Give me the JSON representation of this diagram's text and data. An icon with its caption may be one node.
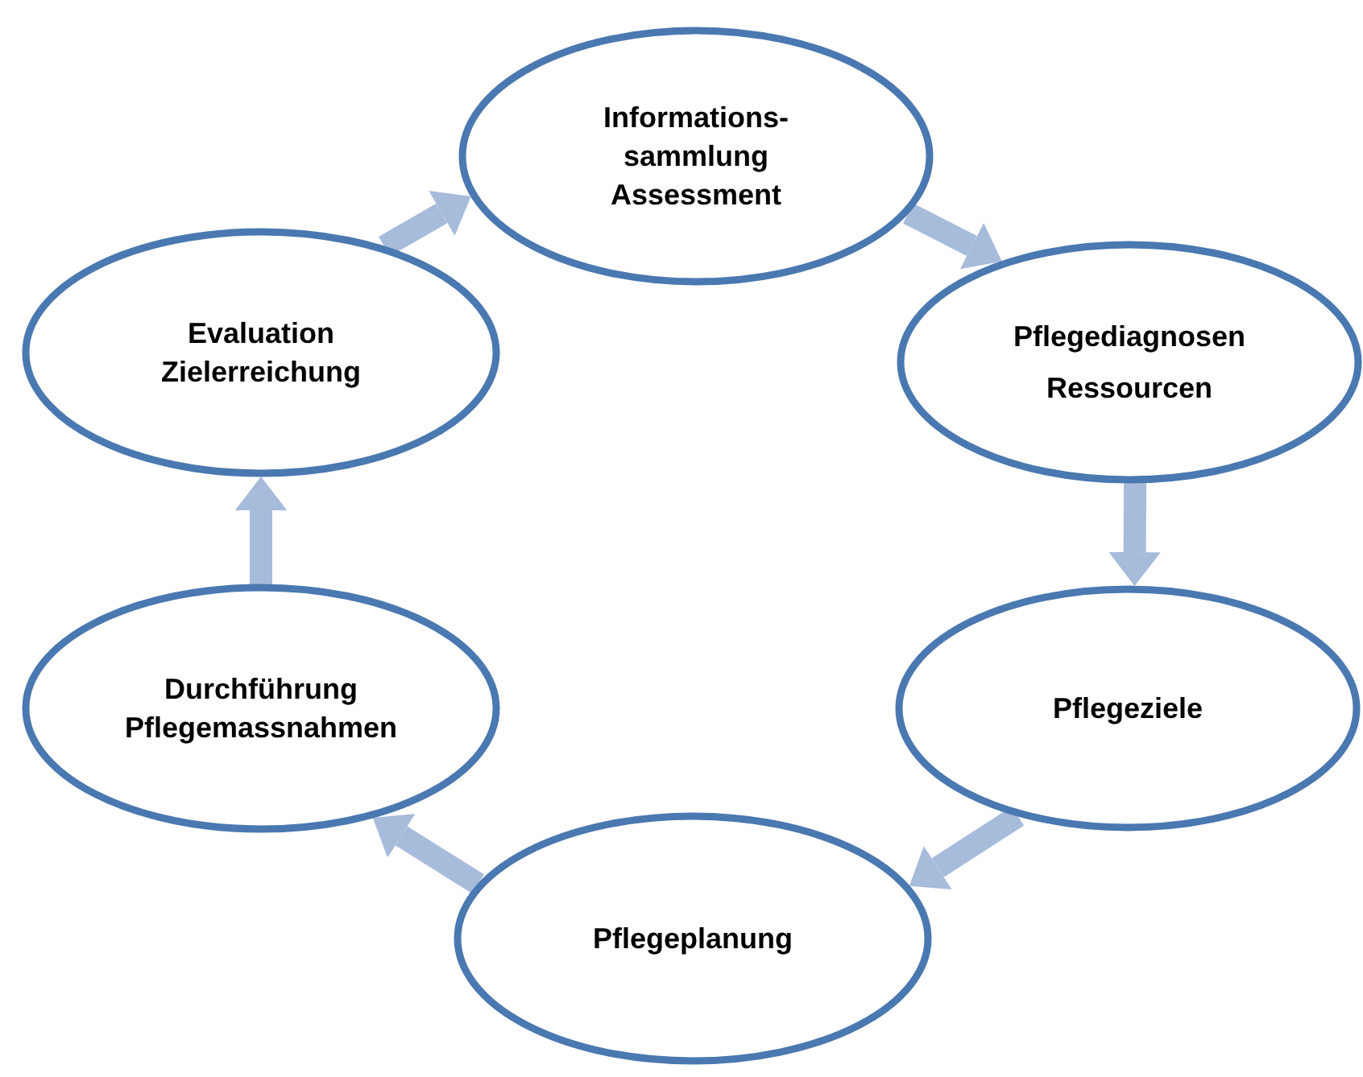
{
  "diagram": {
    "nodes": [
      {
        "text": [
          "Informations-sammlung",
          "Assessment"
        ]
      },
      {
        "text": [
          "Pflegediagnosen",
          "Ressourcen"
        ]
      },
      {
        "text": [
          "Pflegeziele"
        ]
      },
      {
        "text": [
          "Pflegeplanung"
        ]
      },
      {
        "text": [
          "Durchführung",
          "Pflegemassnahmen"
        ]
      },
      {
        "text": [
          "Evaluation",
          "Zielerreichung"
        ]
      }
    ],
    "edges": [
      {
        "from": 0,
        "to": 1,
        "arrow": "to"
      },
      {
        "from": 1,
        "to": 2,
        "arrow": "to"
      },
      {
        "from": 2,
        "to": 3,
        "arrow": "to"
      },
      {
        "from": 3,
        "to": 4,
        "arrow": "to"
      },
      {
        "from": 4,
        "to": 5,
        "arrow": "to"
      },
      {
        "from": 5,
        "to": 0,
        "arrow": "to"
      }
    ]
  }
}
